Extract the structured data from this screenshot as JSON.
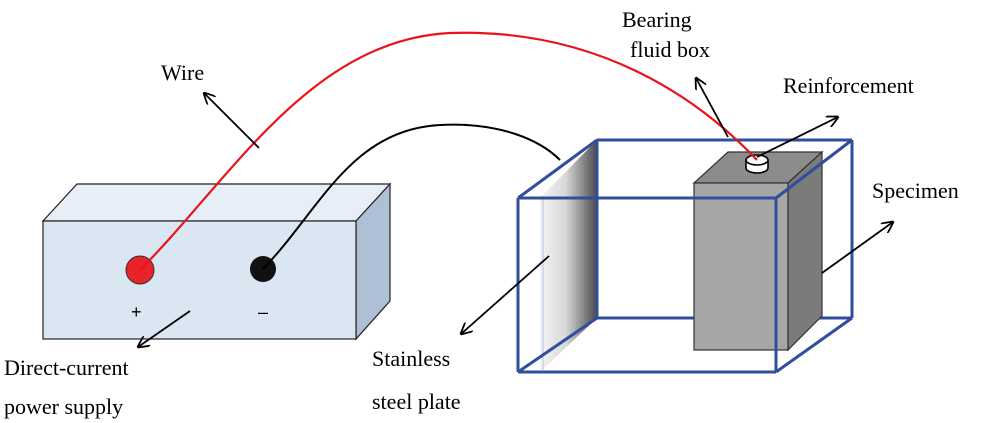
{
  "labels": {
    "wire": "Wire",
    "bearing_fluid_box_line1": "Bearing",
    "bearing_fluid_box_line2": "fluid box",
    "reinforcement": "Reinforcement",
    "specimen": "Specimen",
    "dc_power_supply_line1": "Direct-current",
    "dc_power_supply_line2": "power supply",
    "stainless_steel_plate_line1": "Stainless",
    "stainless_steel_plate_line2": "steel plate"
  },
  "terminals": {
    "positive_symbol": "+",
    "negative_symbol": "–"
  },
  "colors": {
    "positive_wire": "#e8141b",
    "negative_wire": "#000000",
    "positive_terminal": "#e8232a",
    "negative_terminal": "#111111",
    "power_supply_front": "#dbe6f3",
    "power_supply_top": "#e6eef8",
    "power_supply_side": "#aebfd6",
    "fluid_box_edge": "#2f4f9a",
    "specimen_front": "#a6a6a6",
    "specimen_top": "#8c8c8c",
    "specimen_side": "#7b7b7b"
  }
}
